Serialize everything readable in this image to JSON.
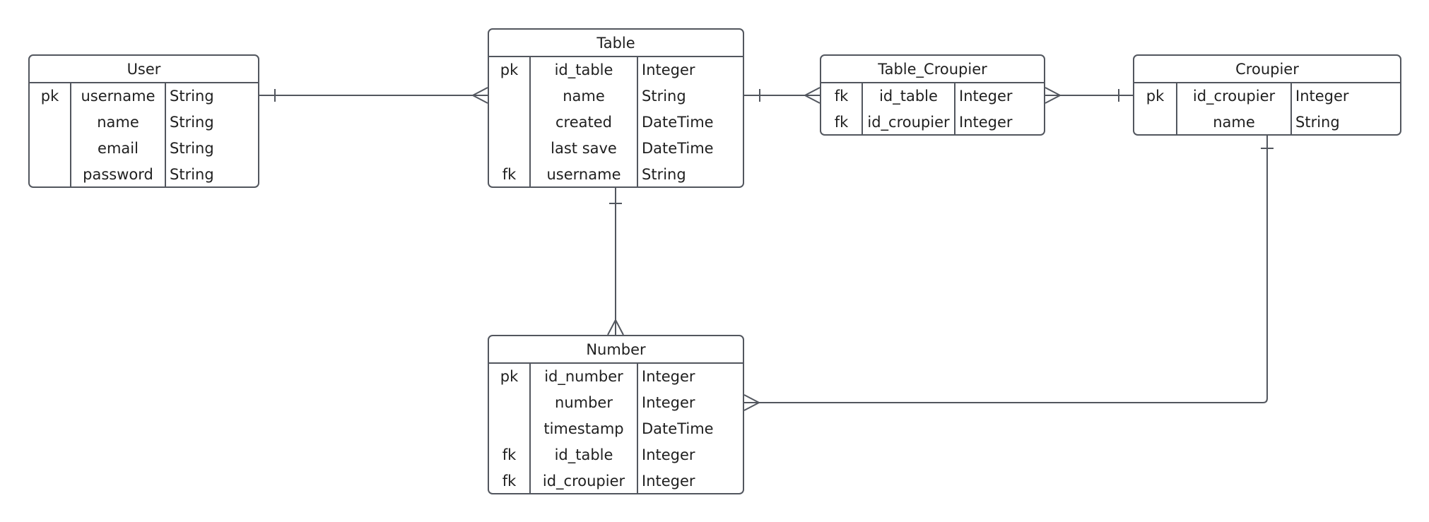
{
  "entities": {
    "user": {
      "title": "User",
      "rows": [
        {
          "key": "pk",
          "name": "username",
          "type": "String"
        },
        {
          "key": "",
          "name": "name",
          "type": "String"
        },
        {
          "key": "",
          "name": "email",
          "type": "String"
        },
        {
          "key": "",
          "name": "password",
          "type": "String"
        }
      ]
    },
    "table": {
      "title": "Table",
      "rows": [
        {
          "key": "pk",
          "name": "id_table",
          "type": "Integer"
        },
        {
          "key": "",
          "name": "name",
          "type": "String"
        },
        {
          "key": "",
          "name": "created",
          "type": "DateTime"
        },
        {
          "key": "",
          "name": "last save",
          "type": "DateTime"
        },
        {
          "key": "fk",
          "name": "username",
          "type": "String"
        }
      ]
    },
    "table_croupier": {
      "title": "Table_Croupier",
      "rows": [
        {
          "key": "fk",
          "name": "id_table",
          "type": "Integer"
        },
        {
          "key": "fk",
          "name": "id_croupier",
          "type": "Integer"
        }
      ]
    },
    "croupier": {
      "title": "Croupier",
      "rows": [
        {
          "key": "pk",
          "name": "id_croupier",
          "type": "Integer"
        },
        {
          "key": "",
          "name": "name",
          "type": "String"
        }
      ]
    },
    "number": {
      "title": "Number",
      "rows": [
        {
          "key": "pk",
          "name": "id_number",
          "type": "Integer"
        },
        {
          "key": "",
          "name": "number",
          "type": "Integer"
        },
        {
          "key": "",
          "name": "timestamp",
          "type": "DateTime"
        },
        {
          "key": "fk",
          "name": "id_table",
          "type": "Integer"
        },
        {
          "key": "fk",
          "name": "id_croupier",
          "type": "Integer"
        }
      ]
    }
  },
  "relationships": [
    {
      "from": "User",
      "from_cardinality": "one",
      "to": "Table",
      "to_cardinality": "many"
    },
    {
      "from": "Table",
      "from_cardinality": "one",
      "to": "Table_Croupier",
      "to_cardinality": "many"
    },
    {
      "from": "Croupier",
      "from_cardinality": "one",
      "to": "Table_Croupier",
      "to_cardinality": "many"
    },
    {
      "from": "Table",
      "from_cardinality": "one",
      "to": "Number",
      "to_cardinality": "many"
    },
    {
      "from": "Croupier",
      "from_cardinality": "one",
      "to": "Number",
      "to_cardinality": "many"
    }
  ],
  "colors": {
    "stroke": "#52565e",
    "text": "#1f1f1f",
    "background": "#ffffff"
  }
}
